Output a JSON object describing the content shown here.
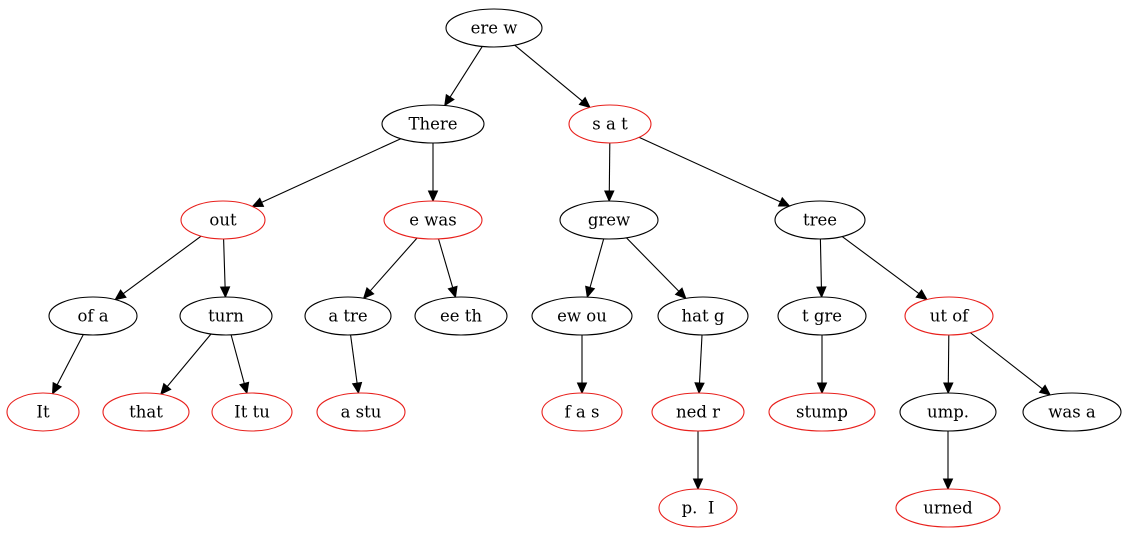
{
  "colors": {
    "black": "#000000",
    "red": "#e8201c"
  },
  "nodes": [
    {
      "id": "n1",
      "label": "ere w",
      "color": "black"
    },
    {
      "id": "n2",
      "label": "There",
      "color": "black"
    },
    {
      "id": "n3",
      "label": "s a t",
      "color": "red"
    },
    {
      "id": "n4",
      "label": "out",
      "color": "red"
    },
    {
      "id": "n5",
      "label": "e was",
      "color": "red"
    },
    {
      "id": "n6",
      "label": "grew",
      "color": "black"
    },
    {
      "id": "n7",
      "label": "tree",
      "color": "black"
    },
    {
      "id": "n8",
      "label": "of a",
      "color": "black"
    },
    {
      "id": "n9",
      "label": "turn",
      "color": "black"
    },
    {
      "id": "n10",
      "label": "a tre",
      "color": "black"
    },
    {
      "id": "n11",
      "label": "ee th",
      "color": "black"
    },
    {
      "id": "n12",
      "label": "ew ou",
      "color": "black"
    },
    {
      "id": "n13",
      "label": "hat g",
      "color": "black"
    },
    {
      "id": "n14",
      "label": "t gre",
      "color": "black"
    },
    {
      "id": "n15",
      "label": "ut of",
      "color": "red"
    },
    {
      "id": "n16",
      "label": "It",
      "color": "red"
    },
    {
      "id": "n17",
      "label": "that",
      "color": "red"
    },
    {
      "id": "n18",
      "label": "It tu",
      "color": "red"
    },
    {
      "id": "n19",
      "label": "a stu",
      "color": "red"
    },
    {
      "id": "n20",
      "label": "f a s",
      "color": "red"
    },
    {
      "id": "n21",
      "label": "ned r",
      "color": "red"
    },
    {
      "id": "n22",
      "label": "stump",
      "color": "red"
    },
    {
      "id": "n23",
      "label": "ump.",
      "color": "black"
    },
    {
      "id": "n24",
      "label": "was a",
      "color": "black"
    },
    {
      "id": "n25",
      "label": "p.  I",
      "color": "red"
    },
    {
      "id": "n26",
      "label": "urned",
      "color": "red"
    }
  ],
  "edges": [
    [
      "n1",
      "n2"
    ],
    [
      "n1",
      "n3"
    ],
    [
      "n2",
      "n4"
    ],
    [
      "n2",
      "n5"
    ],
    [
      "n3",
      "n6"
    ],
    [
      "n3",
      "n7"
    ],
    [
      "n4",
      "n8"
    ],
    [
      "n4",
      "n9"
    ],
    [
      "n5",
      "n10"
    ],
    [
      "n5",
      "n11"
    ],
    [
      "n6",
      "n12"
    ],
    [
      "n6",
      "n13"
    ],
    [
      "n7",
      "n14"
    ],
    [
      "n7",
      "n15"
    ],
    [
      "n8",
      "n16"
    ],
    [
      "n9",
      "n17"
    ],
    [
      "n9",
      "n18"
    ],
    [
      "n10",
      "n19"
    ],
    [
      "n12",
      "n20"
    ],
    [
      "n13",
      "n21"
    ],
    [
      "n14",
      "n22"
    ],
    [
      "n15",
      "n23"
    ],
    [
      "n15",
      "n24"
    ],
    [
      "n21",
      "n25"
    ],
    [
      "n23",
      "n26"
    ]
  ]
}
